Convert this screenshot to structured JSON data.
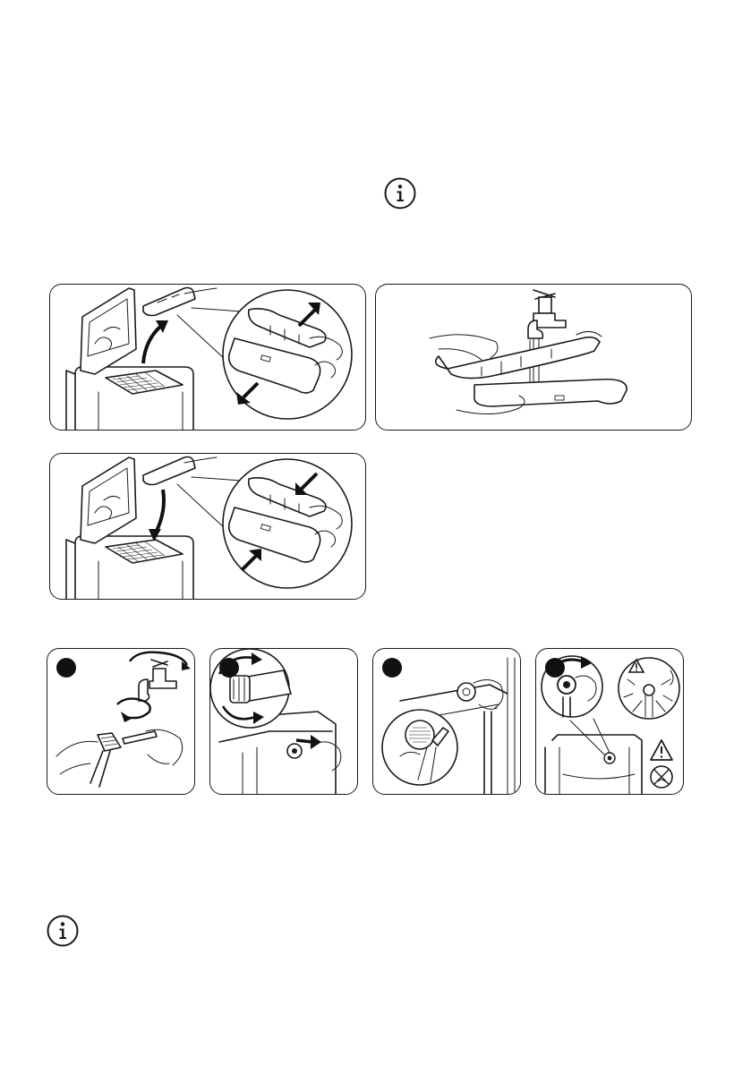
{
  "page": {
    "info_icons": [
      {
        "name": "info-icon",
        "glyph": "i"
      },
      {
        "name": "info-icon",
        "glyph": "i"
      }
    ],
    "filter_panels": [
      {
        "name": "remove-filter-illustration"
      },
      {
        "name": "rinse-filter-illustration"
      },
      {
        "name": "refit-filter-illustration"
      }
    ],
    "inlet_steps": [
      {
        "name": "inlet-step-1-illustration"
      },
      {
        "name": "inlet-step-2-illustration"
      },
      {
        "name": "inlet-step-3-illustration"
      },
      {
        "name": "inlet-step-4-illustration"
      }
    ],
    "warning_icons": [
      "warning-triangle-icon",
      "no-leak-icon"
    ]
  }
}
